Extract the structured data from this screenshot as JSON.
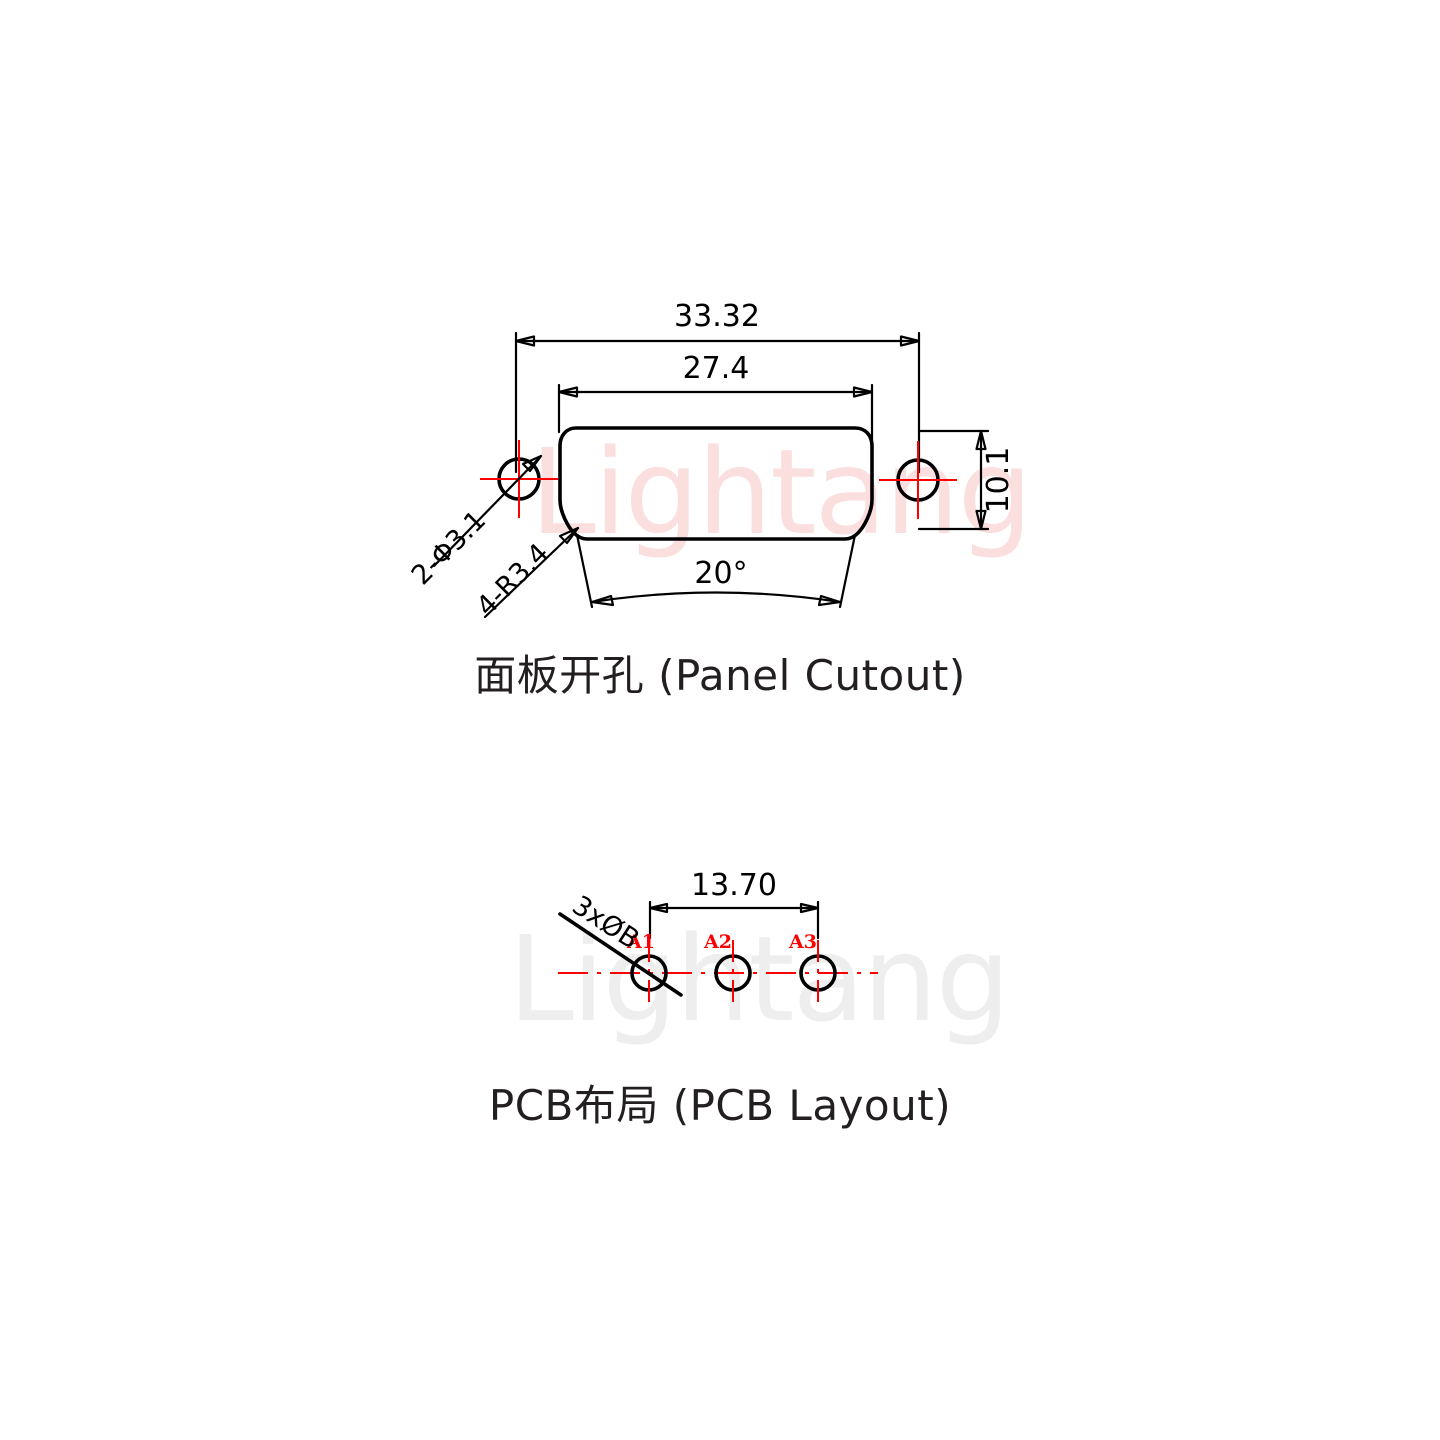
{
  "document": {
    "type": "mechanical-drawing",
    "background_color": "#ffffff",
    "line_color": "#000000",
    "centerline_color": "#ff0000"
  },
  "watermark": {
    "text": "Lightang",
    "panel_color": "#fbdede",
    "pcb_color": "#eeeeee"
  },
  "panel_cutout": {
    "caption": "面板开孔 (Panel Cutout)",
    "dimensions": {
      "overall_width": "33.32",
      "cutout_width": "27.4",
      "cutout_height": "10.1",
      "draft_angle": "20°",
      "mounting_holes": "2-Φ3.1",
      "corner_radius": "4-R3.4"
    }
  },
  "pcb_layout": {
    "caption": "PCB布局 (PCB Layout)",
    "dimensions": {
      "pin_span": "13.70",
      "hole_callout": "3xØB"
    },
    "pins": [
      {
        "id": "A1"
      },
      {
        "id": "A2"
      },
      {
        "id": "A3"
      }
    ]
  }
}
